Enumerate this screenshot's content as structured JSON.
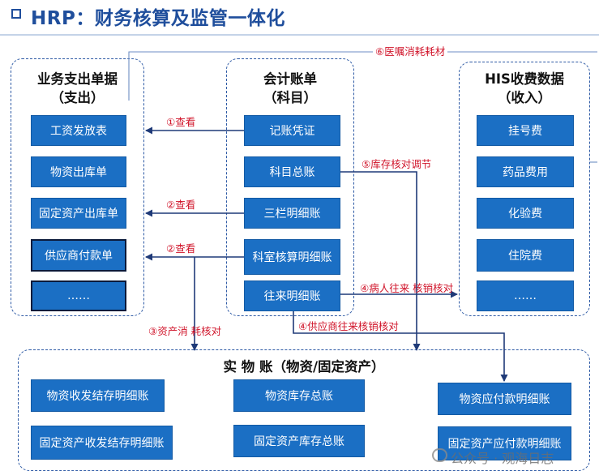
{
  "title": "HRP：财务核算及监管一体化",
  "colors": {
    "box_fill": "#1b6fc4",
    "title": "#1f4e9c",
    "arrow": "#1f3a78",
    "label": "#d0142a"
  },
  "left_panel": {
    "title_line1": "业务支出单据",
    "title_line2": "（支出）",
    "items": [
      "工资发放表",
      "物资出库单",
      "固定资产出库单",
      "供应商付款单",
      "……"
    ]
  },
  "middle_panel": {
    "title_line1": "会计账单",
    "title_line2": "（科目）",
    "items": [
      "记账凭证",
      "科目总账",
      "三栏明细账",
      "科室核算明细账",
      "往来明细账"
    ]
  },
  "right_panel": {
    "title_line1": "HIS收费数据",
    "title_line2": "（收入）",
    "items": [
      "挂号费",
      "药品费用",
      "化验费",
      "住院费",
      "……"
    ]
  },
  "bottom_panel": {
    "title": "实 物 账（物资/固定资产）",
    "items": [
      "物资收发结存明细账",
      "物资库存总账",
      "物资应付款明细账",
      "固定资产收发结存明细账",
      "固定资产库存总账",
      "固定资产应付款明细账"
    ]
  },
  "arrow_labels": {
    "view_1": "①查看",
    "view_2a": "②查看",
    "view_2b": "②查看",
    "asset_check": "③资产消  耗核对",
    "patient_check": "④病人往来  核销核对",
    "supplier_check": "④供应商往来核销核对",
    "stock_adjust": "⑤库存核对调节",
    "medical_consumables": "⑥医嘱消耗耗材"
  },
  "watermark": "公众号 · 观海日志"
}
